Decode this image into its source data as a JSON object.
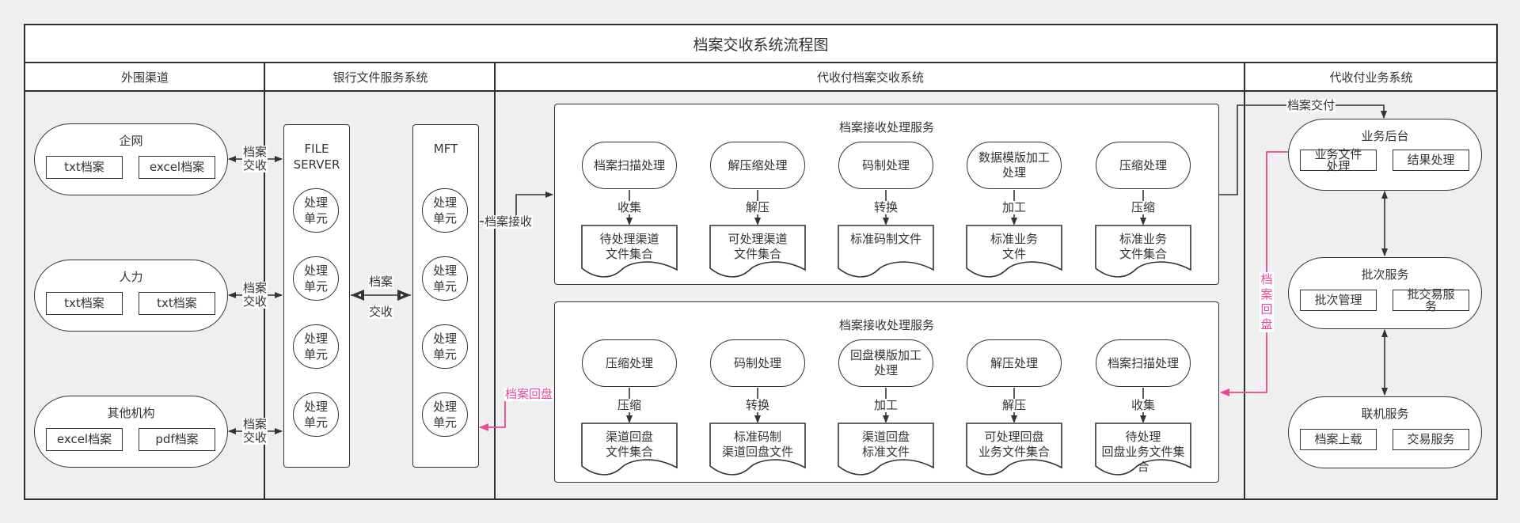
{
  "title": "档案交收系统流程图",
  "lanes": [
    {
      "label": "外围渠道"
    },
    {
      "label": "银行文件服务系统"
    },
    {
      "label": "代收付档案交收系统"
    },
    {
      "label": "代收付业务系统"
    }
  ],
  "channels": [
    {
      "name": "企网",
      "files": [
        "txt档案",
        "excel档案"
      ],
      "link_label": [
        "档案",
        "交收"
      ]
    },
    {
      "name": "人力",
      "files": [
        "txt档案",
        "txt档案"
      ],
      "link_label": [
        "档案",
        "交收"
      ]
    },
    {
      "name": "其他机构",
      "files": [
        "excel档案",
        "pdf档案"
      ],
      "link_label": [
        "档案",
        "交收"
      ]
    }
  ],
  "file_server": {
    "title": [
      "FILE",
      "SERVER"
    ],
    "units": [
      "处理\n单元",
      "处理\n单元",
      "处理\n单元",
      "处理\n单元"
    ]
  },
  "mft": {
    "title": "MFT",
    "units": [
      "处理\n单元",
      "处理\n单元",
      "处理\n单元",
      "处理\n单元"
    ]
  },
  "fs_mft_link": [
    "档案",
    "交收"
  ],
  "receive_label": "档案接收",
  "return_label": "档案回盘",
  "deliver_label": "档案交付",
  "return_vertical_label": "档\n案\n回\n盘",
  "upper_service": {
    "title": "档案接收处理服务",
    "steps": [
      {
        "process": "档案扫描处理",
        "action": "收集",
        "output": "待处理渠道\n文件集合"
      },
      {
        "process": "解压缩处理",
        "action": "解压",
        "output": "可处理渠道\n文件集合"
      },
      {
        "process": "码制处理",
        "action": "转换",
        "output": "标准码制文件"
      },
      {
        "process": "数据模版加工\n处理",
        "action": "加工",
        "output": "标准业务\n文件"
      },
      {
        "process": "压缩处理",
        "action": "压缩",
        "output": "标准业务\n文件集合"
      }
    ]
  },
  "lower_service": {
    "title": "档案接收处理服务",
    "steps": [
      {
        "process": "压缩处理",
        "action": "压缩",
        "output": "渠道回盘\n文件集合"
      },
      {
        "process": "码制处理",
        "action": "转换",
        "output": "标准码制\n渠道回盘文件"
      },
      {
        "process": "回盘模版加工\n处理",
        "action": "加工",
        "output": "渠道回盘\n标准文件"
      },
      {
        "process": "解压处理",
        "action": "解压",
        "output": "可处理回盘\n业务文件集合"
      },
      {
        "process": "档案扫描处理",
        "action": "收集",
        "output": "待处理\n回盘业务文件集\n合"
      }
    ]
  },
  "business": [
    {
      "name": "业务后台",
      "items": [
        "业务文件\n处理",
        "结果处理"
      ]
    },
    {
      "name": "批次服务",
      "items": [
        "批次管理",
        "批交易服\n务"
      ]
    },
    {
      "name": "联机服务",
      "items": [
        "档案上载",
        "交易服务"
      ]
    }
  ],
  "colors": {
    "line": "#333333",
    "accent_pink": "#e9489a",
    "background": "#efefef",
    "node_fill": "#ffffff"
  }
}
